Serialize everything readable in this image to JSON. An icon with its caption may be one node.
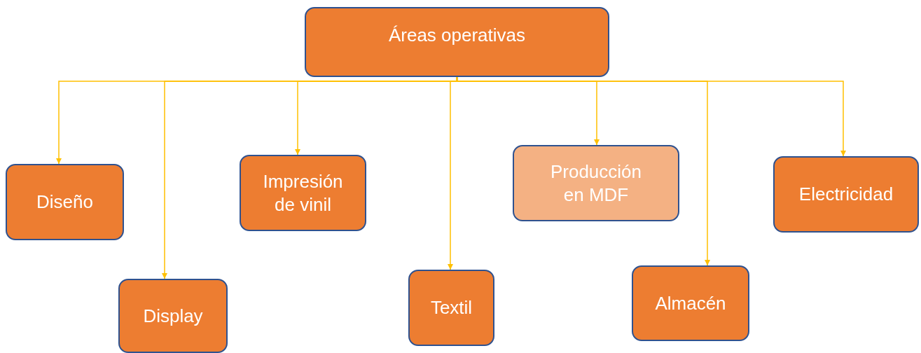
{
  "diagram": {
    "nodes": [
      {
        "text": [
          "Áreas operativas"
        ]
      },
      {
        "text": [
          "Diseño"
        ]
      },
      {
        "text": [
          "Display"
        ]
      },
      {
        "text": [
          "Impresión de vinil"
        ]
      },
      {
        "text": [
          "Textil"
        ]
      },
      {
        "text": [
          "Producción en MDF"
        ]
      },
      {
        "text": [
          "Almacén"
        ]
      },
      {
        "text": [
          "Electricidad"
        ]
      }
    ],
    "edges": [
      {
        "from": 0,
        "to": 1,
        "arrow": "to"
      },
      {
        "from": 0,
        "to": 2,
        "arrow": "to"
      },
      {
        "from": 0,
        "to": 3,
        "arrow": "to"
      },
      {
        "from": 0,
        "to": 4,
        "arrow": "to"
      },
      {
        "from": 0,
        "to": 5,
        "arrow": "to"
      },
      {
        "from": 0,
        "to": 6,
        "arrow": "to"
      },
      {
        "from": 0,
        "to": 7,
        "arrow": "to"
      }
    ]
  }
}
